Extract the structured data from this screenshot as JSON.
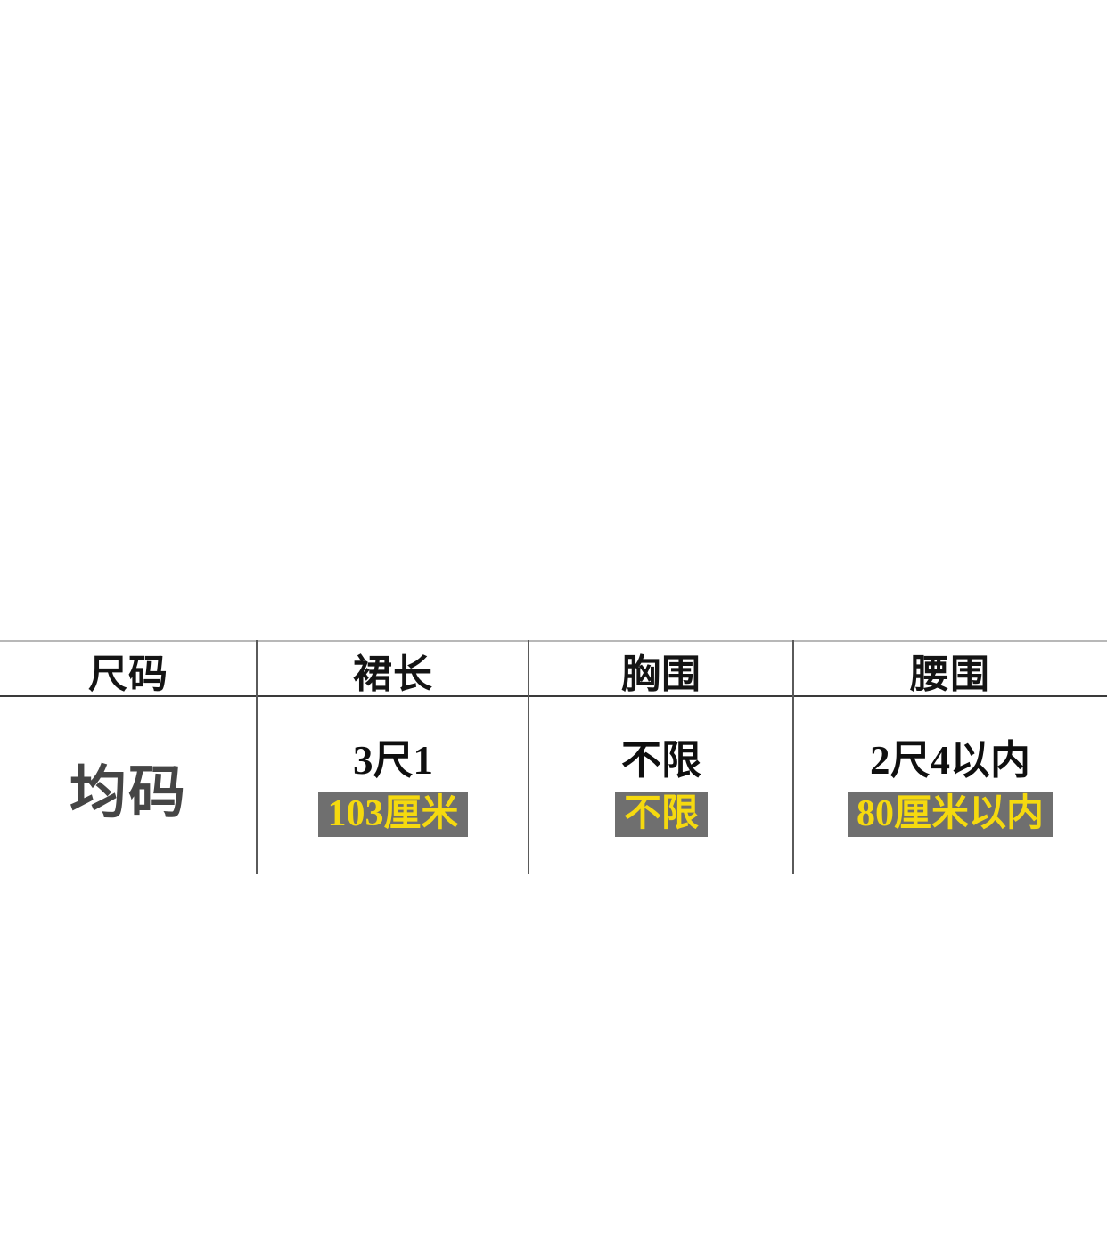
{
  "table": {
    "headers": [
      {
        "label": "尺码"
      },
      {
        "label": "裙长"
      },
      {
        "label": "胸围"
      },
      {
        "label": "腰围"
      }
    ],
    "row": {
      "size": "均码",
      "cells": [
        {
          "main": "3尺1",
          "highlight": "103厘米"
        },
        {
          "main": "不限",
          "highlight": "不限"
        },
        {
          "main": "2尺4以内",
          "highlight": "80厘米以内"
        }
      ]
    },
    "colors": {
      "highlight_bg": "#6f6f6f",
      "highlight_text": "#f5d90f",
      "size_text": "#454545",
      "header_text": "#141414",
      "separator_dark": "#3a3a3a",
      "separator_light": "#ababab",
      "top_rule": "#b8b8b8",
      "column_divider": "#5a5a5a"
    }
  }
}
